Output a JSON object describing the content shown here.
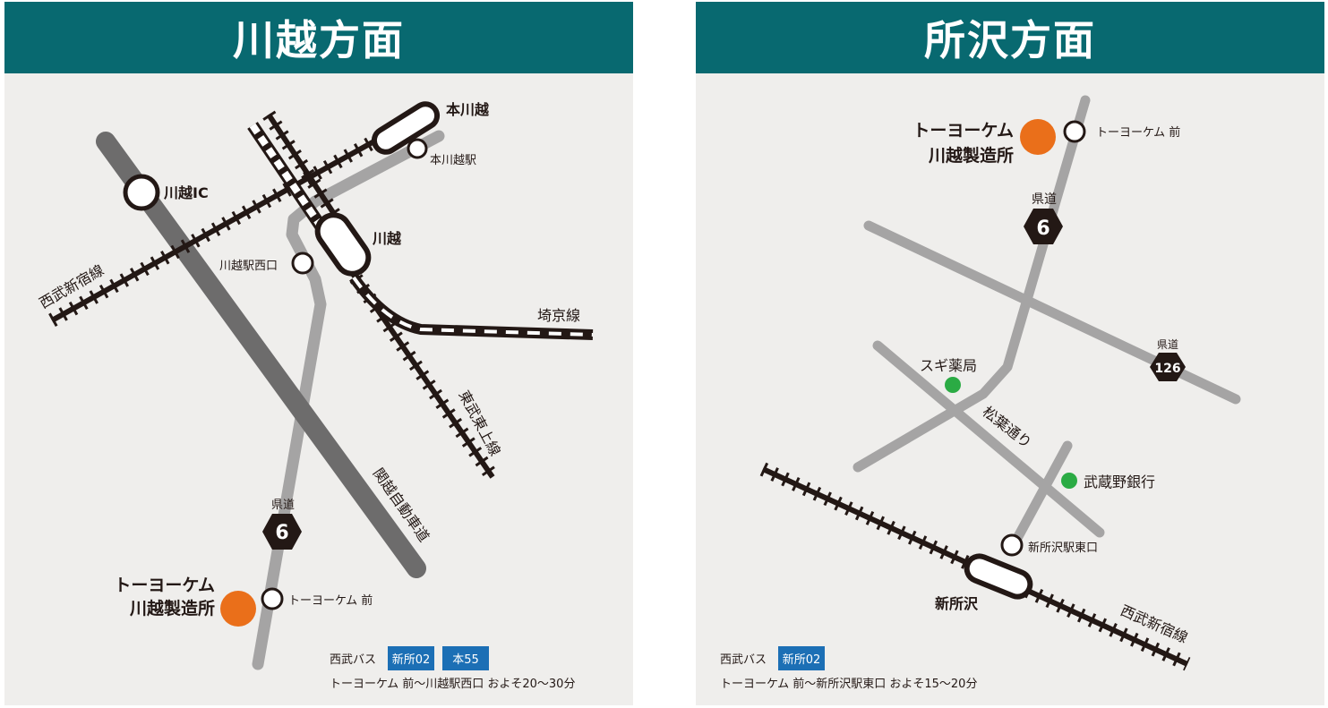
{
  "theme": {
    "header_bg": "#086970",
    "map_bg": "#efeeec",
    "rail": "#231815",
    "road_gray": "#a5a4a4",
    "expressway": "#6d6c6c",
    "site_orange": "#ea6f1a",
    "poi_green": "#2bab44",
    "bus_tag_bg": "#1c6fb5"
  },
  "left": {
    "title": "川越方面",
    "stations": {
      "hon_kawagoe": "本川越",
      "kawagoe": "川越"
    },
    "bus_stops": {
      "hon_kawagoe_eki": "本川越駅",
      "kawagoe_eki_nishiguchi": "川越駅西口",
      "toyochem_mae": "トーヨーケム 前"
    },
    "interchange": "川越IC",
    "lines": {
      "seibu_shinjuku": "西武新宿線",
      "saikyo": "埼京線",
      "tobu_tojo": "東武東上線",
      "kanetsu": "関越自動車道"
    },
    "route": {
      "label": "県道",
      "number": "6"
    },
    "site": {
      "line1": "トーヨーケム",
      "line2": "川越製造所"
    },
    "bus": {
      "operator": "西武バス",
      "routes": [
        "新所02",
        "本55"
      ],
      "info": "トーヨーケム 前〜川越駅西口 およそ20〜30分"
    }
  },
  "right": {
    "title": "所沢方面",
    "site": {
      "line1": "トーヨーケム",
      "line2": "川越製造所"
    },
    "bus_stops": {
      "toyochem_mae": "トーヨーケム 前",
      "shin_tokorozawa_higashiguchi": "新所沢駅東口"
    },
    "routes": [
      {
        "label": "県道",
        "number": "6"
      },
      {
        "label": "県道",
        "number": "126"
      }
    ],
    "pois": {
      "sugi": "スギ薬局",
      "musashino": "武蔵野銀行"
    },
    "street": "松葉通り",
    "station": "新所沢",
    "line": "西武新宿線",
    "bus": {
      "operator": "西武バス",
      "routes": [
        "新所02"
      ],
      "info": "トーヨーケム 前〜新所沢駅東口 およそ15〜20分"
    }
  }
}
